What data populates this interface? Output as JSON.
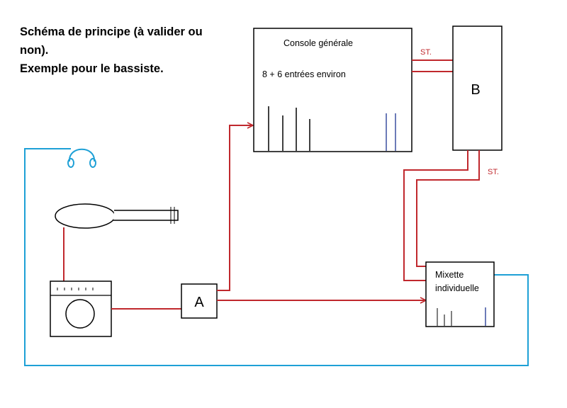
{
  "title": {
    "line1": "Schéma de principe (à valider ou",
    "line2": "non).",
    "line3": "Exemple pour le bassiste."
  },
  "console": {
    "name": "Console générale",
    "inputs": "8 + 6 entrées environ"
  },
  "box_b": {
    "label": "B"
  },
  "box_a": {
    "label": "A"
  },
  "mixette": {
    "line1": "Mixette",
    "line2": "individuelle"
  },
  "links": {
    "stereo_top": "ST.",
    "stereo_bottom": "ST."
  },
  "colors": {
    "audio_line": "#c0282d",
    "monitor_line": "#1ea0d6",
    "blue_fader": "#3a4fa0"
  },
  "icons": [
    "headphones-icon",
    "bass-guitar-icon",
    "amplifier-icon"
  ]
}
